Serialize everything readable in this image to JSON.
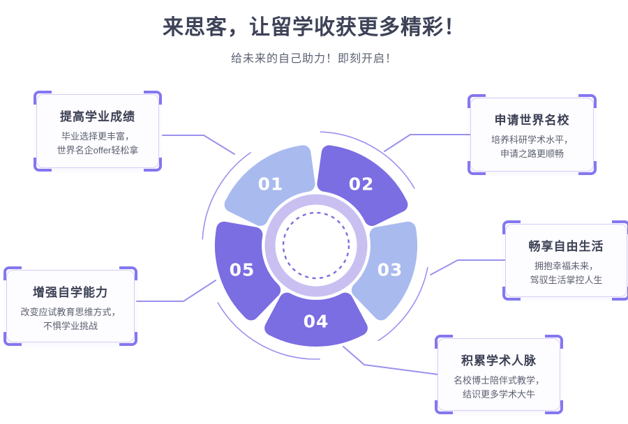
{
  "header": {
    "title": "来思客，让留学收获更多精彩！",
    "subtitle": "给未来的自己助力！即刻开启！"
  },
  "wheel": {
    "segments": [
      {
        "number": "01",
        "color": "#a9baef"
      },
      {
        "number": "02",
        "color": "#7b6de2"
      },
      {
        "number": "03",
        "color": "#a9baef"
      },
      {
        "number": "04",
        "color": "#7b6de2"
      },
      {
        "number": "05",
        "color": "#7b6de2"
      }
    ],
    "number_color": "#ffffff",
    "ring_color": "#c9c0f1",
    "dash_color": "#7a6ee0",
    "arc_color": "#9a91ee",
    "connector_color": "#9a91ee"
  },
  "cards": [
    {
      "title": "提高学业成绩",
      "line1": "毕业选择更丰富，",
      "line2": "世界名企offer轻松拿"
    },
    {
      "title": "申请世界名校",
      "line1": "培养科研学术水平，",
      "line2": "申请之路更顺畅"
    },
    {
      "title": "畅享自由生活",
      "line1": "拥抱幸福未来，",
      "line2": "驾驭生活掌控人生"
    },
    {
      "title": "积累学术人脉",
      "line1": "名校博士陪伴式教学，",
      "line2": "结识更多学术大牛"
    },
    {
      "title": "增强自学能力",
      "line1": "改变应试教育思维方式，",
      "line2": "不惧学业挑战"
    }
  ],
  "theme": {
    "page_bg": "#ffffff",
    "title_color": "#3d4257",
    "subtitle_color": "#5b6172",
    "card_bg": "#fdfcff",
    "card_border": "#d6cdf7",
    "card_title_color": "#3b4053",
    "card_body_color": "#5b6070",
    "bracket_color": "#8477ef"
  }
}
